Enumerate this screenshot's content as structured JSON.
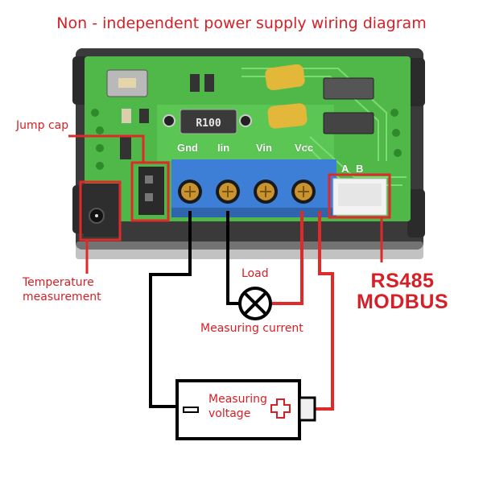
{
  "title": "Non - independent power supply wiring diagram",
  "labels": {
    "jump_cap": "Jump cap",
    "temperature_line1": "Temperature",
    "temperature_line2": "measurement",
    "load": "Load",
    "measuring_current": "Measuring current",
    "measuring_voltage_line1": "Measuring",
    "measuring_voltage_line2": "voltage",
    "rs485_line1": "RS485",
    "rs485_line2": "MODBUS"
  },
  "board": {
    "terminals": [
      "Gnd",
      "Iin",
      "Vin",
      "Vcc"
    ],
    "connector_pins": [
      "A",
      "B"
    ],
    "resistor_marking": "R100"
  },
  "colors": {
    "accent_red": "#d62027",
    "wire_black": "#000000",
    "pcb_green": "#4fb848",
    "terminal_blue": "#3d7fd6",
    "capacitor_yellow": "#e2b73a"
  }
}
